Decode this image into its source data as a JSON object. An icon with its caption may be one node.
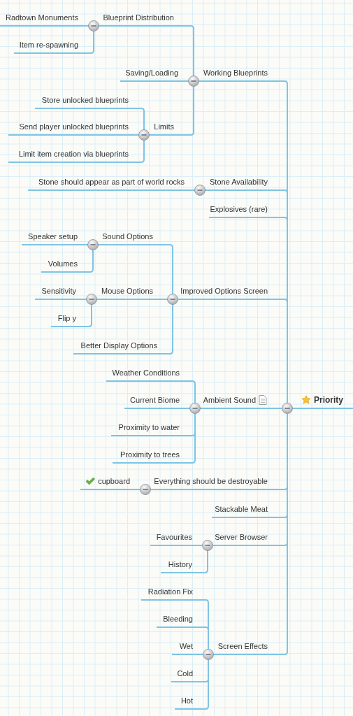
{
  "diagram": {
    "nodes": [
      {
        "text": [
          "Priority"
        ]
      },
      {
        "text": [
          "Working Blueprints"
        ]
      },
      {
        "text": [
          "Blueprint Distribution"
        ]
      },
      {
        "text": [
          "Radtown Monuments"
        ]
      },
      {
        "text": [
          "Item re-spawning"
        ]
      },
      {
        "text": [
          "Saving/Loading"
        ]
      },
      {
        "text": [
          "Limits"
        ]
      },
      {
        "text": [
          "Store unlocked blueprints"
        ]
      },
      {
        "text": [
          "Send player unlocked blueprints"
        ]
      },
      {
        "text": [
          "Limit item creation via blueprints"
        ]
      },
      {
        "text": [
          "Stone Availability"
        ]
      },
      {
        "text": [
          "Stone should appear as part of world rocks"
        ]
      },
      {
        "text": [
          "Explosives (rare)"
        ]
      },
      {
        "text": [
          "Improved Options Screen"
        ]
      },
      {
        "text": [
          "Sound Options"
        ]
      },
      {
        "text": [
          "Speaker setup"
        ]
      },
      {
        "text": [
          "Volumes"
        ]
      },
      {
        "text": [
          "Mouse Options"
        ]
      },
      {
        "text": [
          "Sensitivity"
        ]
      },
      {
        "text": [
          "Flip y"
        ]
      },
      {
        "text": [
          "Better Display Options"
        ]
      },
      {
        "text": [
          "Ambient Sound"
        ]
      },
      {
        "text": [
          "Weather Conditions"
        ]
      },
      {
        "text": [
          "Current Biome"
        ]
      },
      {
        "text": [
          "Proximity to water"
        ]
      },
      {
        "text": [
          "Proximity to trees"
        ]
      },
      {
        "text": [
          "Everything should be destroyable"
        ]
      },
      {
        "text": [
          "cupboard"
        ]
      },
      {
        "text": [
          "Stackable Meat"
        ]
      },
      {
        "text": [
          "Server Browser"
        ]
      },
      {
        "text": [
          "Favourites"
        ]
      },
      {
        "text": [
          "History"
        ]
      },
      {
        "text": [
          "Screen Effects"
        ]
      },
      {
        "text": [
          "Radiation Fix"
        ]
      },
      {
        "text": [
          "Bleeding"
        ]
      },
      {
        "text": [
          "Wet"
        ]
      },
      {
        "text": [
          "Cold"
        ]
      },
      {
        "text": [
          "Hot"
        ]
      }
    ],
    "edges": [
      {
        "from": 0,
        "to": 1,
        "arrow": "none"
      },
      {
        "from": 1,
        "to": 2,
        "arrow": "none"
      },
      {
        "from": 2,
        "to": 3,
        "arrow": "none"
      },
      {
        "from": 2,
        "to": 4,
        "arrow": "none"
      },
      {
        "from": 1,
        "to": 5,
        "arrow": "none"
      },
      {
        "from": 1,
        "to": 6,
        "arrow": "none"
      },
      {
        "from": 6,
        "to": 7,
        "arrow": "none"
      },
      {
        "from": 6,
        "to": 8,
        "arrow": "none"
      },
      {
        "from": 6,
        "to": 9,
        "arrow": "none"
      },
      {
        "from": 0,
        "to": 10,
        "arrow": "none"
      },
      {
        "from": 10,
        "to": 11,
        "arrow": "none"
      },
      {
        "from": 0,
        "to": 12,
        "arrow": "none"
      },
      {
        "from": 0,
        "to": 13,
        "arrow": "none"
      },
      {
        "from": 13,
        "to": 14,
        "arrow": "none"
      },
      {
        "from": 14,
        "to": 15,
        "arrow": "none"
      },
      {
        "from": 14,
        "to": 16,
        "arrow": "none"
      },
      {
        "from": 13,
        "to": 17,
        "arrow": "none"
      },
      {
        "from": 17,
        "to": 18,
        "arrow": "none"
      },
      {
        "from": 17,
        "to": 19,
        "arrow": "none"
      },
      {
        "from": 13,
        "to": 20,
        "arrow": "none"
      },
      {
        "from": 0,
        "to": 21,
        "arrow": "none"
      },
      {
        "from": 21,
        "to": 22,
        "arrow": "none"
      },
      {
        "from": 21,
        "to": 23,
        "arrow": "none"
      },
      {
        "from": 21,
        "to": 24,
        "arrow": "none"
      },
      {
        "from": 21,
        "to": 25,
        "arrow": "none"
      },
      {
        "from": 0,
        "to": 26,
        "arrow": "none"
      },
      {
        "from": 26,
        "to": 27,
        "arrow": "none"
      },
      {
        "from": 0,
        "to": 28,
        "arrow": "none"
      },
      {
        "from": 0,
        "to": 29,
        "arrow": "none"
      },
      {
        "from": 29,
        "to": 30,
        "arrow": "none"
      },
      {
        "from": 29,
        "to": 31,
        "arrow": "none"
      },
      {
        "from": 0,
        "to": 32,
        "arrow": "none"
      },
      {
        "from": 32,
        "to": 33,
        "arrow": "none"
      },
      {
        "from": 32,
        "to": 34,
        "arrow": "none"
      },
      {
        "from": 32,
        "to": 35,
        "arrow": "none"
      },
      {
        "from": 32,
        "to": 36,
        "arrow": "none"
      },
      {
        "from": 32,
        "to": 37,
        "arrow": "none"
      }
    ]
  }
}
